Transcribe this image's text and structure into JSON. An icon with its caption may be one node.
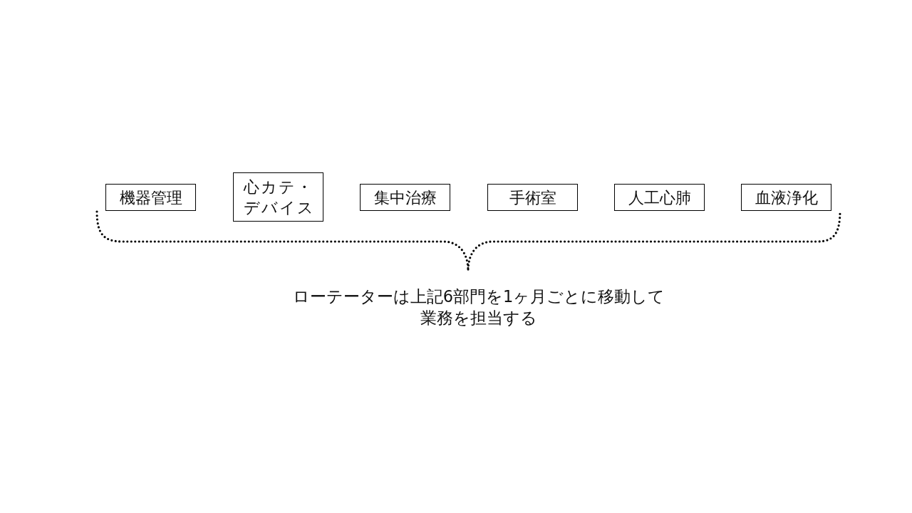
{
  "diagram": {
    "nodes": [
      {
        "text": [
          "機器管理"
        ]
      },
      {
        "text": [
          "心カテ・デバイス"
        ]
      },
      {
        "text": [
          "集中治療"
        ]
      },
      {
        "text": [
          "手術室"
        ]
      },
      {
        "text": [
          "人工心肺"
        ]
      },
      {
        "text": [
          "血液浄化"
        ]
      }
    ],
    "labels": [
      "ローテーターは上記6部門を1ヶ月ごとに移動して業務を担当する"
    ]
  }
}
